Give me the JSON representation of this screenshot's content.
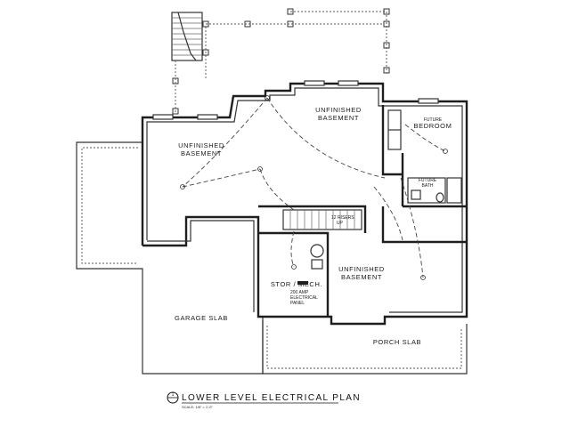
{
  "plan_title": "LOWER LEVEL ELECTRICAL PLAN",
  "scale_note": "SCALE: 1/8\" = 1'-0\"",
  "title_marker": "1",
  "rooms": {
    "unfinished_basement_north": [
      "UNFINISHED",
      "BASEMENT"
    ],
    "unfinished_basement_west": [
      "UNFINISHED",
      "BASEMENT"
    ],
    "unfinished_basement_south": [
      "UNFINISHED",
      "BASEMENT"
    ],
    "future_bedroom": [
      "FUTURE",
      "BEDROOM"
    ],
    "future_bath": [
      "FUTURE",
      "BATH"
    ],
    "stor_mech": "STOR / MECH.",
    "garage_slab": "GARAGE SLAB",
    "porch_slab": "PORCH SLAB"
  },
  "notes": {
    "stair_note": [
      "12 RISERS",
      "UP"
    ],
    "panel_note": [
      "200 AMP",
      "ELECTRICAL",
      "PANEL"
    ]
  }
}
